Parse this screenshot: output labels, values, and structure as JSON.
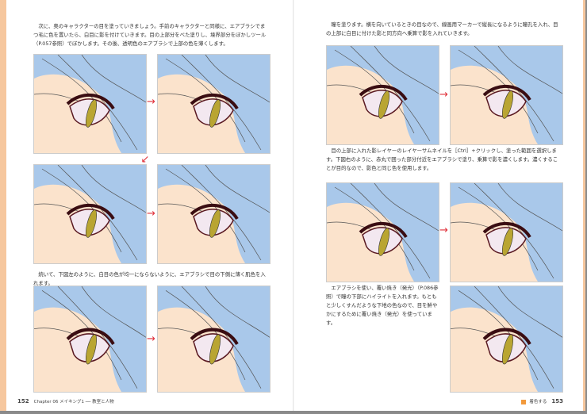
{
  "left_page": {
    "para1": "次に、奥のキャラクターの目を塗っていきましょう。手前のキャラクターと同様に、エアブラシでまつ毛に色を置いたら、白目に影を付けていきます。目の上部分をべた塗りし、境界部分をぼかしツール（P.057参照）でぼかします。その後、透明色のエアブラシで上部の色を薄くします。",
    "para2": "続いて、下図左のように、白目の色が均一にならないように、エアブラシで目の下側に薄く肌色を入れます。",
    "page_number": "152",
    "running_head": "Chapter 06 メイキング1 ── 教室と人物"
  },
  "right_page": {
    "para1": "瞳を塗ります。横を向いているときの目なので、線画用マーカーで縦長になるように瞳孔を入れ、目の上部に白目に付けた影と同方向へ乗算で影を入れていきます。",
    "para2": "目の上部に入れた影レイヤーのレイヤーサムネイルを［Ctrl］+クリックし、塗った範囲を選択します。下図右のように、赤丸で囲った部分付近をエアブラシで塗り、乗算で影を濃くします。濃くすることが目的なので、影色と同じ色を使用します。",
    "para3": "エアブラシを使い、覆い焼き（発光）（P.086参照）で瞳の下部にハイライトを入れます。もともと少しくすんだような下地の色なので、目を鮮やかにするために覆い焼き（発光）を使っています。",
    "page_number": "153",
    "running_head": "着色する"
  },
  "colors": {
    "accent": "#f29a3c",
    "annotation": "#e0303a",
    "sky": "#a9c8ea",
    "skin": "#fbe3cc"
  },
  "arrow_glyph": "→"
}
